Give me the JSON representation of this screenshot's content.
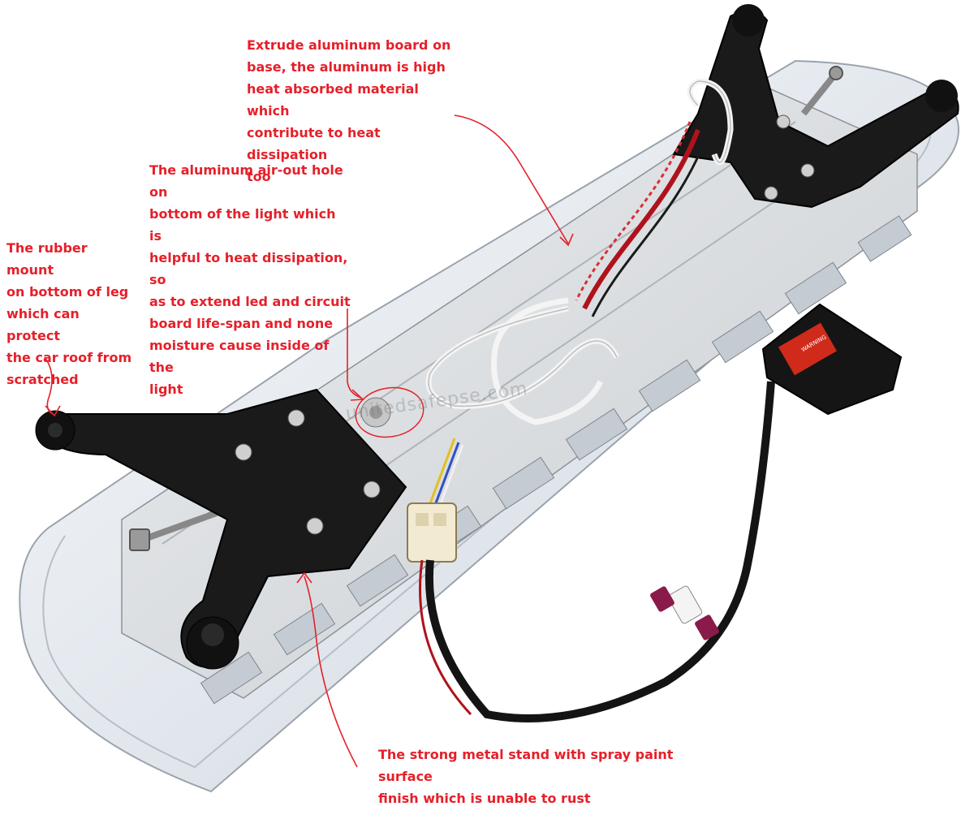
{
  "annotations": {
    "extrude": "Extrude aluminum board on\nbase, the aluminum is high\nheat absorbed material which\ncontribute to heat dissipation\ntoo",
    "air_hole": "The aluminum air-out hole on\nbottom of the light which is\nhelpful to heat dissipation, so\nas to extend led and circuit\nboard life-span and none\nmoisture cause inside of the\nlight",
    "rubber_mount": "The rubber mount\non bottom of leg\nwhich can protect\nthe car roof from\nscratched",
    "metal_stand": "The strong metal stand with spray paint surface\nfinish which is unable to rust"
  },
  "watermark": "unitedsafepse.com",
  "label_warning": "WARNING",
  "colors": {
    "annotation_red": "#e5202a",
    "lens_clear": "#eef1f5",
    "aluminum": "#d9dcdf",
    "bracket_black": "#1a1a1a",
    "wire_red": "#b0121c",
    "wire_white": "#f4f4f4"
  }
}
